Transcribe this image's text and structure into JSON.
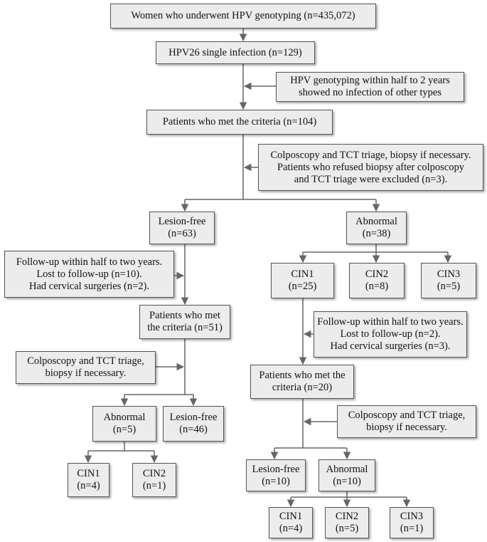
{
  "nodes": {
    "n1": {
      "lines": [
        "Women who underwent HPV genotyping (n=435,072)"
      ]
    },
    "n2": {
      "lines": [
        "HPV26 single  infection (n=129)"
      ]
    },
    "n3": {
      "lines": [
        "HPV genotyping within half to 2 years",
        "showed no infection of other types"
      ]
    },
    "n4": {
      "lines": [
        "Patients who met the criteria (n=104)"
      ]
    },
    "n5": {
      "lines": [
        "Colposcopy and TCT triage, biopsy if necessary.",
        "Patients who refused biopsy after colposcopy",
        "and TCT triage were excluded (n=3)."
      ]
    },
    "n6": {
      "lines": [
        "Lesion-free",
        "(n=63)"
      ]
    },
    "n7": {
      "lines": [
        "Abnormal",
        "(n=38)"
      ]
    },
    "n8": {
      "lines": [
        "Follow-up within half to two years.",
        "Lost to follow-up (n=10).",
        "Had cervical surgeries (n=2)."
      ]
    },
    "n9": {
      "lines": [
        "Patients who met",
        "the criteria (n=51)"
      ]
    },
    "n10": {
      "lines": [
        "Colposcopy and TCT triage,",
        "biopsy if necessary."
      ]
    },
    "n11": {
      "lines": [
        "Abnormal",
        "(n=5)"
      ]
    },
    "n12": {
      "lines": [
        "Lesion-free",
        "(n=46)"
      ]
    },
    "n13": {
      "lines": [
        "CIN1",
        "(n=4)"
      ]
    },
    "n14": {
      "lines": [
        "CIN2",
        "(n=1)"
      ]
    },
    "n15": {
      "lines": [
        "CIN1",
        "(n=25)"
      ]
    },
    "n16": {
      "lines": [
        "CIN2",
        "(n=8)"
      ]
    },
    "n17": {
      "lines": [
        "CIN3",
        "(n=5)"
      ]
    },
    "n18": {
      "lines": [
        "Follow-up within half to two years.",
        "Lost to follow-up (n=2).",
        "Had cervical surgeries (n=3)."
      ]
    },
    "n19": {
      "lines": [
        "Patients who met the",
        "criteria (n=20)"
      ]
    },
    "n20": {
      "lines": [
        "Colposcopy and TCT triage,",
        "biopsy if necessary."
      ]
    },
    "n21": {
      "lines": [
        "Lesion-free",
        "(n=10)"
      ]
    },
    "n22": {
      "lines": [
        "Abnormal",
        "(n=10)"
      ]
    },
    "n23": {
      "lines": [
        "CIN1",
        "(n=4)"
      ]
    },
    "n24": {
      "lines": [
        "CIN2",
        "(n=5)"
      ]
    },
    "n25": {
      "lines": [
        "CIN3",
        "(n=1)"
      ]
    }
  },
  "colors": {
    "box_fill": "#ececec",
    "box_border": "#555555",
    "line": "#666666"
  }
}
